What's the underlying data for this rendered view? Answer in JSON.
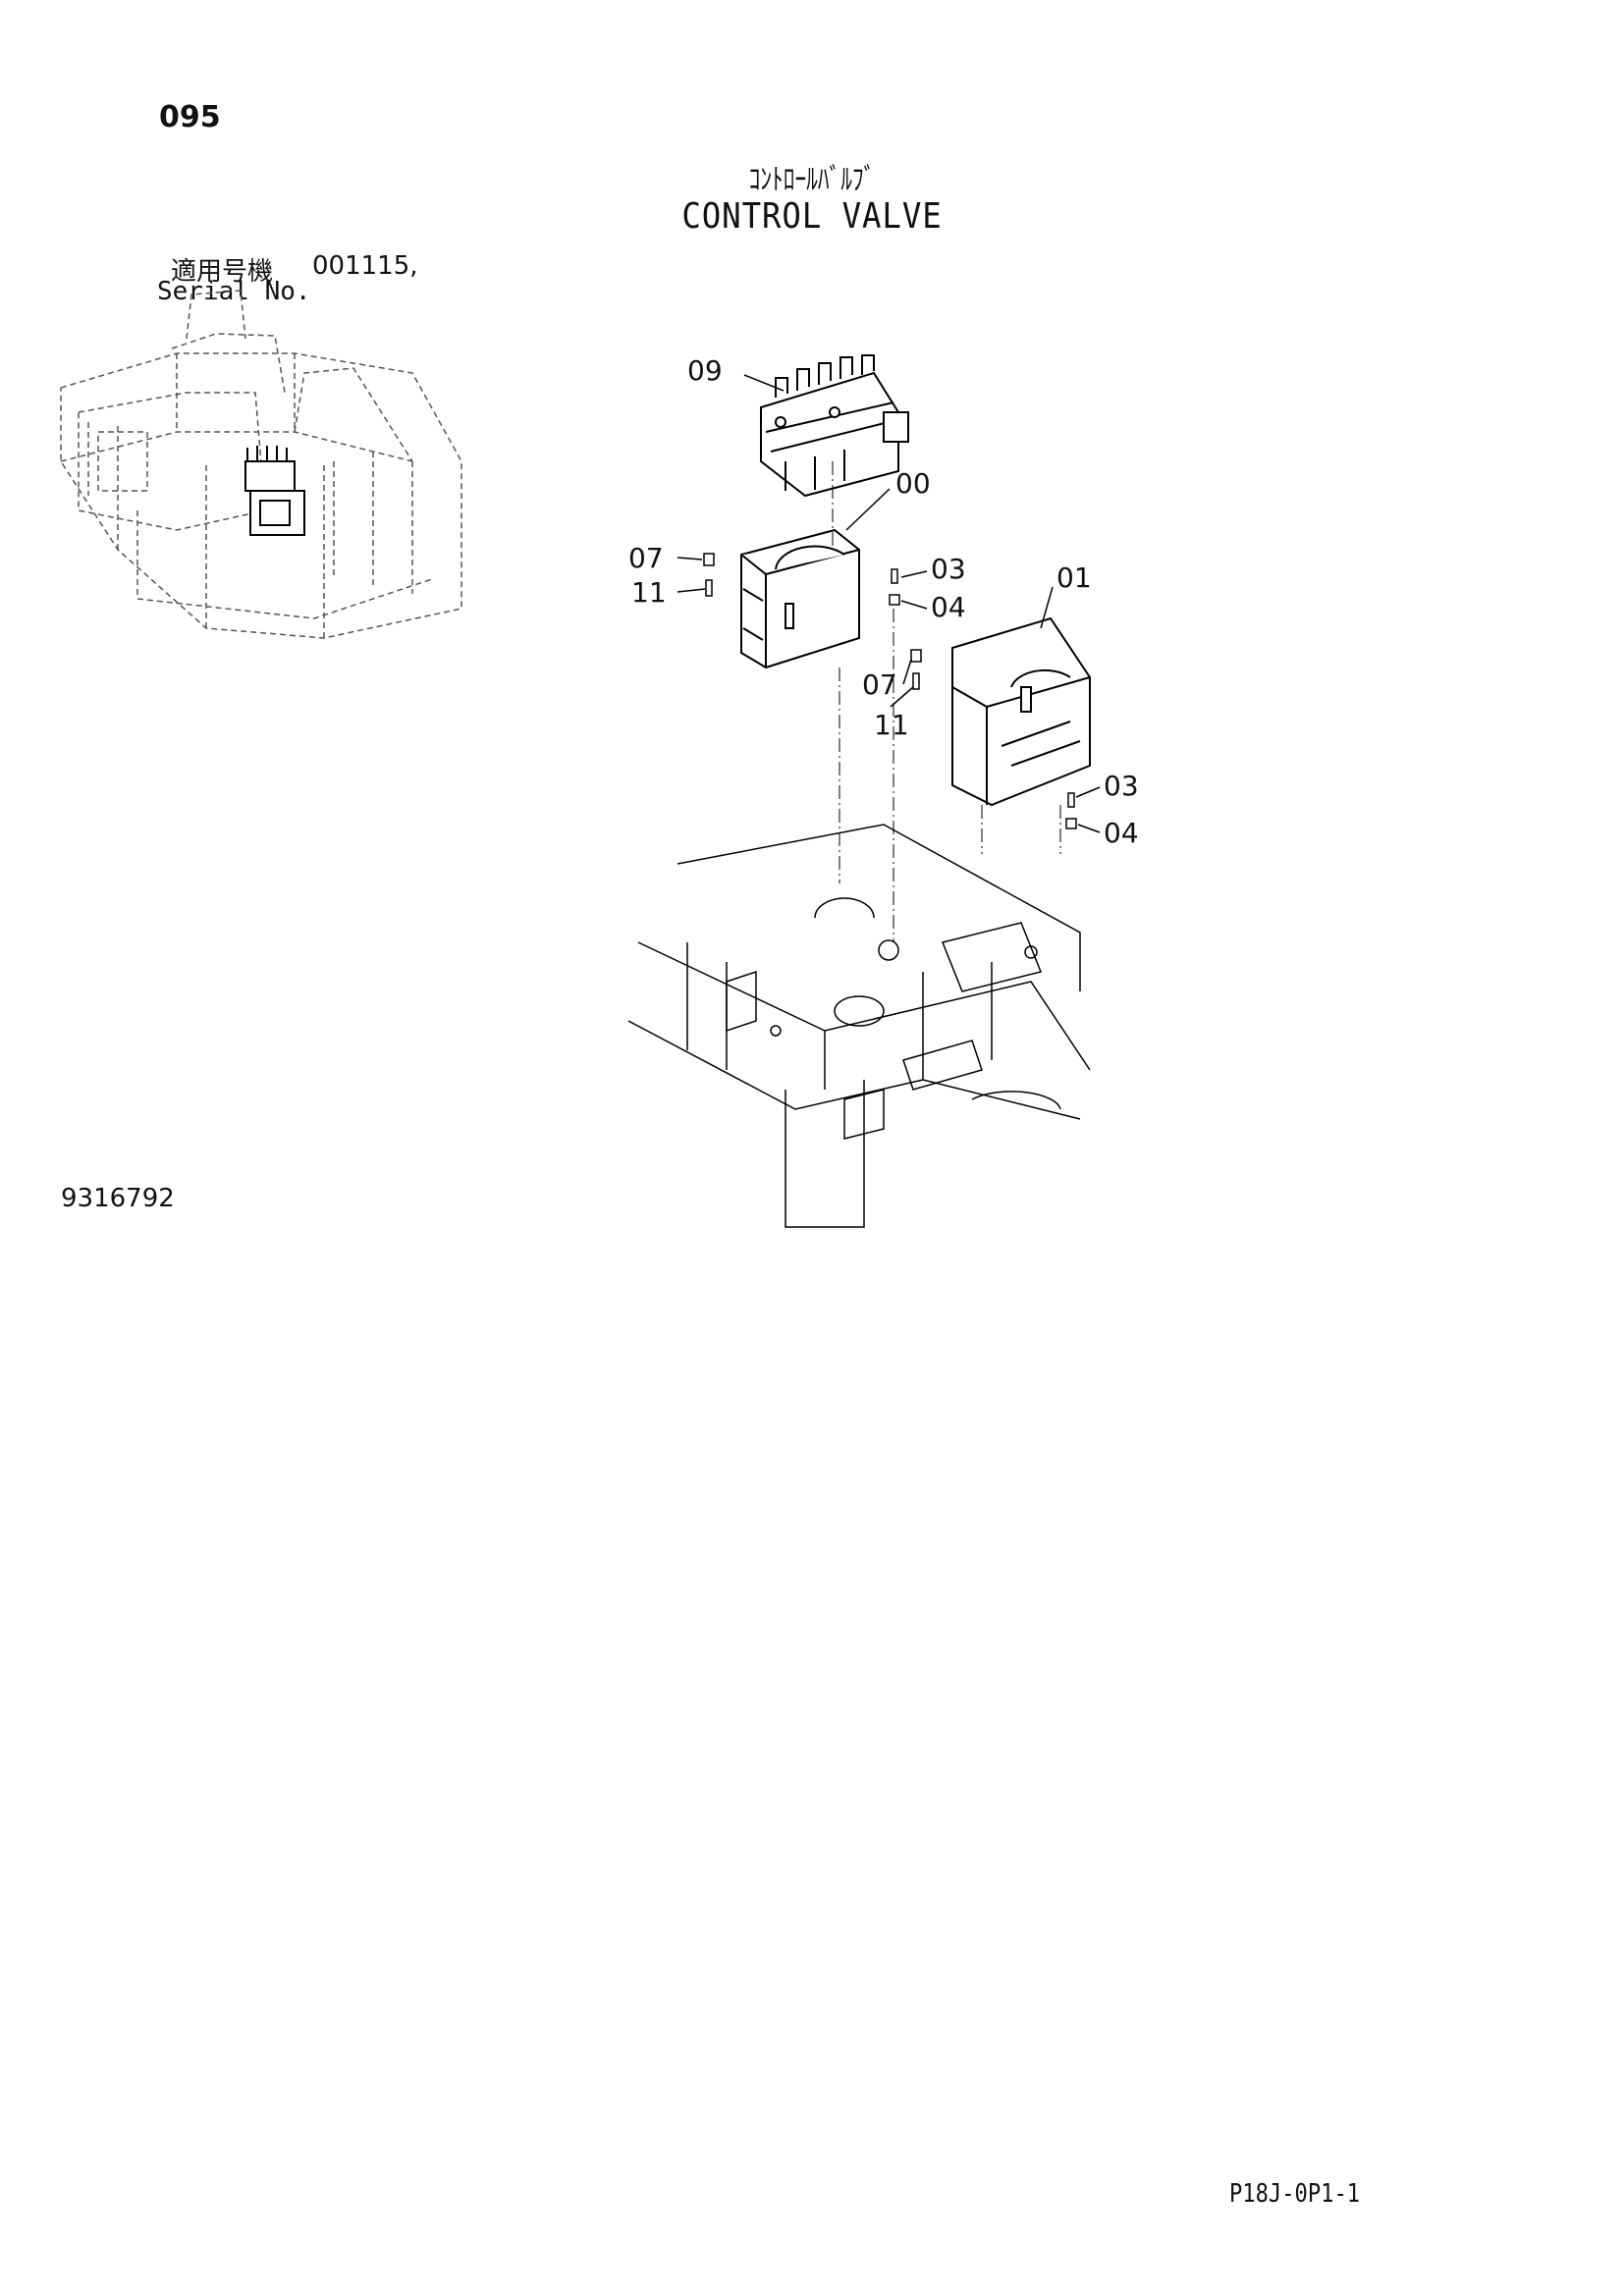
{
  "page_number": "095",
  "title_jp": "ｺﾝﾄﾛｰﾙﾊﾞﾙﾌﾞ",
  "title_en": "CONTROL VALVE",
  "serial": {
    "label_jp": "適用号機",
    "label_en": "Serial No.",
    "value": "001115,"
  },
  "drawing_number": "9316792",
  "page_code": "P18J-0P1-1",
  "callouts": [
    "09",
    "00",
    "07",
    "11",
    "03",
    "04",
    "01",
    "07",
    "11",
    "03",
    "04"
  ]
}
